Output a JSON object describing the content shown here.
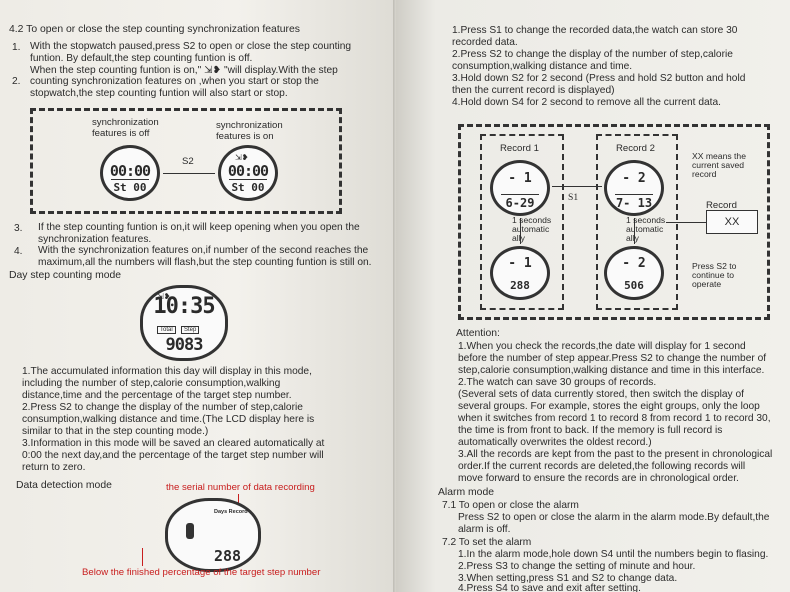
{
  "left": {
    "sec42_title": "4.2 To open or close the step counting synchronization features",
    "item1_num": "1.",
    "item1_lines": [
      "With the stopwatch paused,press S2 to open or close the step counting",
      "funtion. By default,the step counting funtion is off.",
      "When the step counting funtion is on,\" ⇲❥ \"will display.With the step"
    ],
    "item2_num": "2.",
    "item2_lines": [
      "counting synchronization features on ,when you start or stop the",
      "stopwatch,the step counting funtion will also start or stop."
    ],
    "diag1": {
      "label_off": [
        "synchronization",
        "features is off"
      ],
      "label_on": [
        "synchronization",
        "features is on"
      ],
      "s2": "S2",
      "watch_off_top": "00:00",
      "watch_off_bottom": "St  00",
      "watch_on_top": "00:00",
      "watch_on_bottom": "St  00"
    },
    "item3_num": "3.",
    "item3_lines": [
      "If the step counting funtion is on,it will keep opening when you open the",
      "synchronization features."
    ],
    "item4_num": "4.",
    "item4_lines": [
      "With the synchronization features on,if number of the second reaches the",
      "maximum,all the numbers will flash,but the step counting funtion is still on."
    ],
    "day_title": "Day step counting mode",
    "day_watch_top": "10:35",
    "day_watch_bottom": "9083",
    "day_watch_badges": [
      "Total",
      "Step"
    ],
    "day_paras": [
      "1.The accumulated information this day will display in this mode,",
      "including the number of step,calorie consumption,walking",
      "distance,time and the percentage of the target step number.",
      "2.Press S2 to change the display of the number of step,calorie",
      "consumption,walking distance and time.(The LCD display here is",
      "similar to that in the step counting mode.)",
      "3.Information in this mode will be saved an cleared automatically at",
      "0:00 the next day,and the percentage of the target step number will",
      "return to zero."
    ],
    "data_title": "Data detection mode",
    "data_red_top": "the serial number of data recording",
    "data_watch_label": "Days Record",
    "data_watch_value": "288",
    "data_red_bottom": "Below the finished percentage of the target step number"
  },
  "right": {
    "top_lines": [
      "1.Press S1 to change the recorded data,the watch can store 30",
      "recorded data.",
      "2.Press S2 to change the display of the number of step,calorie",
      "consumption,walking distance and time.",
      "3.Hold down S2 for 2 second (Press and hold S2 button and hold",
      "then the current record is displayed)",
      "4.Hold down S4 for 2 second to remove all the current data."
    ],
    "diag2": {
      "record1": "Record 1",
      "record2": "Record 2",
      "r1_top": "-  1",
      "r1_date": "6-29",
      "r1_steps": "288",
      "r2_top": "-  2",
      "r2_date": "7- 13",
      "r2_steps": "506",
      "auto1": [
        "1 seconds",
        "automatic",
        "ally"
      ],
      "auto2": [
        "1 seconds",
        "automatic",
        "ally"
      ],
      "s1": "S1",
      "xx_note": [
        "XX means the",
        "current saved",
        "record"
      ],
      "record_label": "Record",
      "xx": "XX",
      "press_s2": [
        "Press S2 to",
        "continue to",
        "operate"
      ]
    },
    "attention_title": "Attention:",
    "attention_lines": [
      "1.When you check the records,the date will display for 1 second",
      "before the number of step  appear.Press S2 to change the number of",
      "step,calorie consumption,walking distance and time in this interface.",
      "2.The watch can save 30 groups of records.",
      " (Several sets of data currently stored, then switch the display of",
      "several groups. For example, stores the eight groups, only the loop",
      "when it switches from record 1 to record 8 from record 1 to record 30,",
      "the time is from front to back. If the memory is full record is",
      "automatically overwrites the oldest record.)",
      "3.All the records are kept from the past to the present in chronological",
      "order.If the  current records are deleted,the following records will",
      "move forward to ensure the records are in chronological order."
    ],
    "alarm_title": "Alarm mode",
    "s71_title": "7.1    To open or close the alarm",
    "s71_lines": [
      "Press S2 to open or close the alarm in the alarm mode.By default,the",
      "alarm is off."
    ],
    "s72_title": "7.2    To set the alarm",
    "s72_lines": [
      "1.In the alarm mode,hole down S4 until the numbers begin to flasing.",
      "2.Press S3 to change the setting of minute and hour.",
      "3.When setting,press S1 and S2 to change data.",
      "4.Press S4 to save and exit after setting."
    ]
  }
}
